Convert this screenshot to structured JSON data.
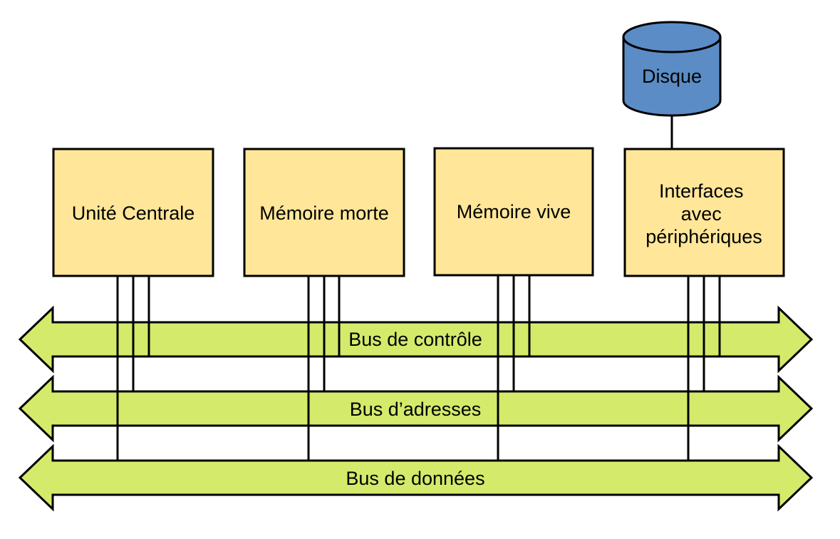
{
  "components": {
    "cpu": "Unité Centrale",
    "rom": "Mémoire morte",
    "ram": "Mémoire vive",
    "io": [
      "Interfaces",
      "avec",
      "périphériques"
    ]
  },
  "disk": {
    "label": "Disque"
  },
  "buses": {
    "control": "Bus de contrôle",
    "address": "Bus d’adresses",
    "data": "Bus de données"
  },
  "colors": {
    "component_fill": "#ffe699",
    "bus_fill": "#d4ea6b",
    "disk_fill": "#5b8cc5"
  }
}
